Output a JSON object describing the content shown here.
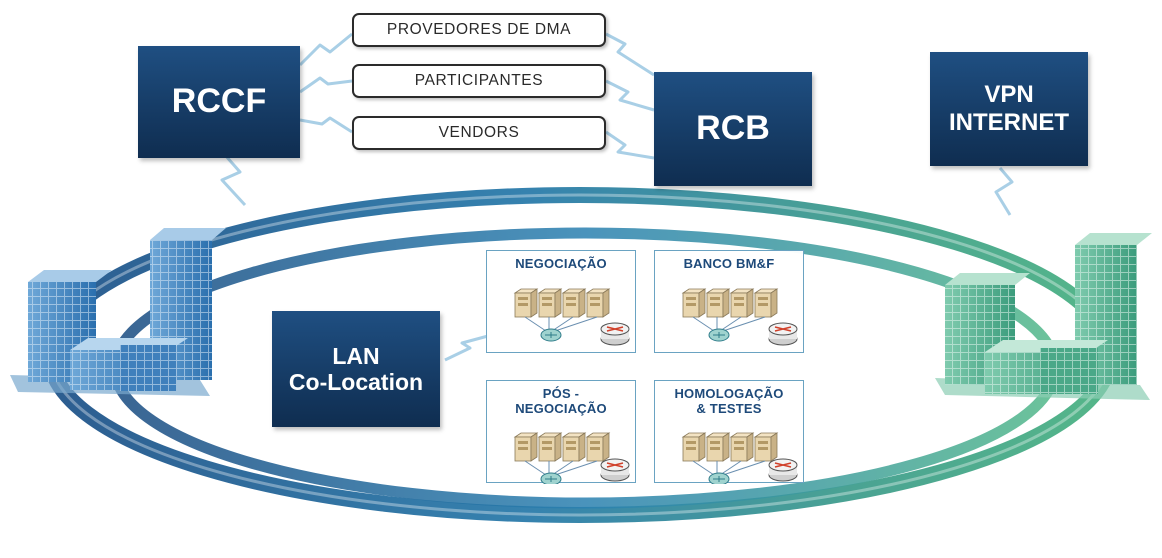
{
  "diagram": {
    "top_boxes": {
      "rccf": "RCCF",
      "rcb": "RCB",
      "vpn_line1": "VPN",
      "vpn_line2": "INTERNET"
    },
    "connectors": {
      "providers": "PROVEDORES DE DMA",
      "participants": "PARTICIPANTES",
      "vendors": "VENDORS"
    },
    "lan": {
      "line1": "LAN",
      "line2": "Co-Location"
    },
    "zones": {
      "negociacao": {
        "line1": "NEGOCIAÇÃO",
        "line2": ""
      },
      "banco": {
        "line1": "BANCO BM&F",
        "line2": ""
      },
      "pos": {
        "line1": "PÓS -",
        "line2": "NEGOCIAÇÃO"
      },
      "homologacao": {
        "line1": "HOMOLOGAÇÃO",
        "line2": "& TESTES"
      }
    },
    "colors": {
      "box_dark": "#163c66",
      "ring_blue": "#1b5f93",
      "ring_green": "#3aa37a",
      "zone_border": "#6aa3c2",
      "building_blue": "#2a6fae",
      "building_green": "#3b9c7c"
    }
  }
}
